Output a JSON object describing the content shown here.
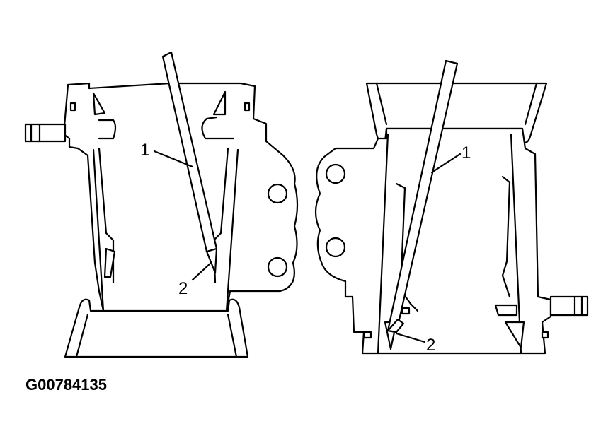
{
  "figure_id": "G00784135",
  "left_view": {
    "callout_1": "1",
    "callout_2": "2"
  },
  "right_view": {
    "callout_1": "1",
    "callout_2": "2"
  }
}
